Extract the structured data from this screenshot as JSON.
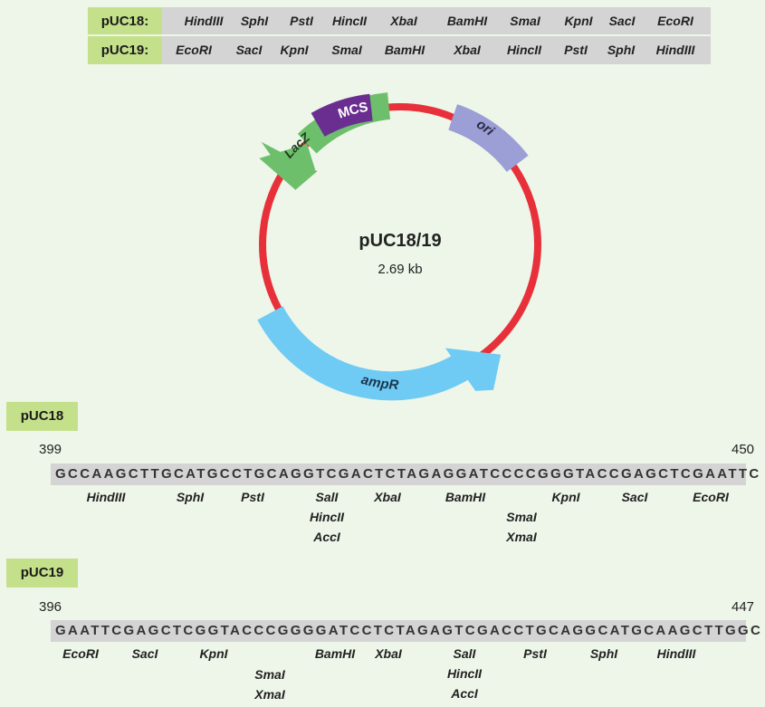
{
  "enzyme_table": {
    "rows": [
      {
        "label": "pUC18:",
        "enzymes": [
          "HindIII",
          "SphI",
          "PstI",
          "HincII",
          "XbaI",
          "BamHI",
          "SmaI",
          "KpnI",
          "SacI",
          "EcoRI"
        ]
      },
      {
        "label": "pUC19:",
        "enzymes": [
          "EcoRI",
          "SacI",
          "KpnI",
          "SmaI",
          "BamHI",
          "XbaI",
          "HincII",
          "PstI",
          "SphI",
          "HindIII"
        ]
      }
    ]
  },
  "plasmid": {
    "name": "pUC18/19",
    "size": "2.69 kb",
    "features": {
      "mcs": "MCS",
      "lacz": "LacZ",
      "ori": "ori",
      "ampr": "ampR"
    },
    "colors": {
      "backbone": "#e8303a",
      "mcs": "#6a2e91",
      "lacz": "#6dbf6c",
      "ori": "#9b9fd6",
      "ampr": "#6fcbf3"
    }
  },
  "sequences": [
    {
      "label": "pUC18",
      "start": "399",
      "end": "450",
      "sequence": "GCCAAGCTTGCATGCCTGCAGGTCGACTCTAGAGGATCCCCGGGTACCGAGCTCGAATTC",
      "sites": [
        {
          "names": [
            "HindIII"
          ]
        },
        {
          "names": [
            "SphI"
          ]
        },
        {
          "names": [
            "PstI"
          ]
        },
        {
          "names": [
            "SalI",
            "HincII",
            "AccI"
          ]
        },
        {
          "names": [
            "XbaI"
          ]
        },
        {
          "names": [
            "BamHI"
          ]
        },
        {
          "names": [
            "SmaI",
            "XmaI"
          ]
        },
        {
          "names": [
            "KpnI"
          ]
        },
        {
          "names": [
            "SacI"
          ]
        },
        {
          "names": [
            "EcoRI"
          ]
        }
      ]
    },
    {
      "label": "pUC19",
      "start": "396",
      "end": "447",
      "sequence": "GAATTCGAGCTCGGTACCCGGGGATCCTCTAGAGTCGACCTGCAGGCATGCAAGCTTGGC",
      "sites": [
        {
          "names": [
            "EcoRI"
          ]
        },
        {
          "names": [
            "SacI"
          ]
        },
        {
          "names": [
            "KpnI"
          ]
        },
        {
          "names": [
            "SmaI",
            "XmaI"
          ]
        },
        {
          "names": [
            "BamHI"
          ]
        },
        {
          "names": [
            "XbaI"
          ]
        },
        {
          "names": [
            "SalI",
            "HincII",
            "AccI"
          ]
        },
        {
          "names": [
            "PstI"
          ]
        },
        {
          "names": [
            "SphI"
          ]
        },
        {
          "names": [
            "HindIII"
          ]
        }
      ]
    }
  ]
}
